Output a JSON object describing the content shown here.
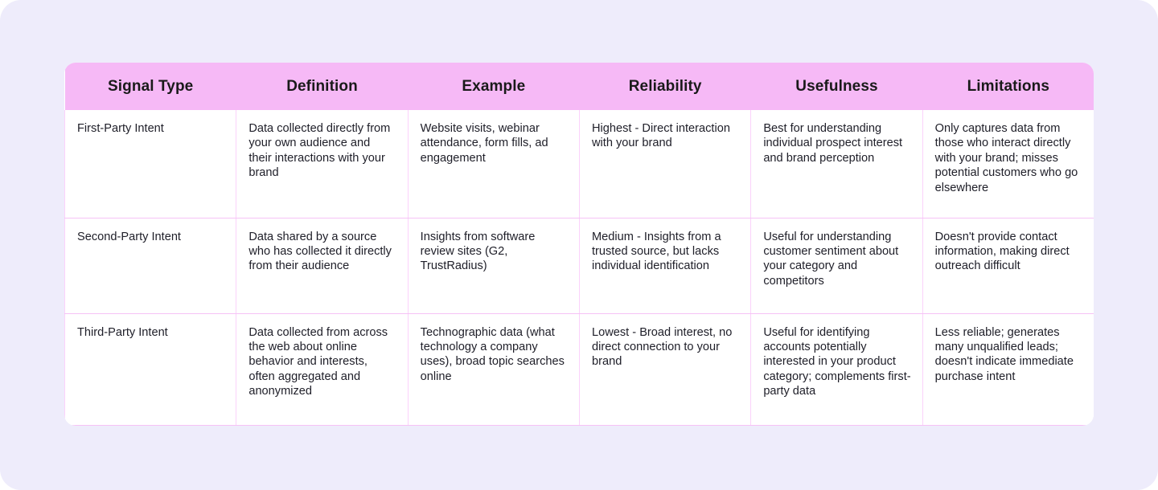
{
  "theme": {
    "page_background": "#eeecfb",
    "header_background": "#f6b9f6",
    "border_color": "#fbd2fb",
    "header_text_color": "#1a1a1a",
    "body_text_color": "#20202a",
    "cell_background": "#ffffff"
  },
  "table": {
    "columns": [
      {
        "key": "signal_type",
        "label": "Signal Type"
      },
      {
        "key": "definition",
        "label": "Definition"
      },
      {
        "key": "example",
        "label": "Example"
      },
      {
        "key": "reliability",
        "label": "Reliability"
      },
      {
        "key": "usefulness",
        "label": "Usefulness"
      },
      {
        "key": "limitations",
        "label": "Limitations"
      }
    ],
    "rows": [
      {
        "signal_type": "First-Party Intent",
        "definition": "Data collected directly from your own audience and their interactions with your brand",
        "example": "Website visits, webinar attendance, form fills, ad engagement",
        "reliability": "Highest - Direct interaction with your brand",
        "usefulness": "Best for understanding individual prospect interest and brand perception",
        "limitations": "Only captures data from those who interact directly with your brand; misses potential customers who go elsewhere"
      },
      {
        "signal_type": "Second-Party Intent",
        "definition": "Data shared by a source who has collected it directly from their audience",
        "example": "Insights from software review sites (G2, TrustRadius)",
        "reliability": "Medium - Insights from a trusted source, but lacks individual identification",
        "usefulness": "Useful for understanding customer sentiment about your category and competitors",
        "limitations": "Doesn't provide contact information, making direct outreach difficult"
      },
      {
        "signal_type": "Third-Party Intent",
        "definition": "Data collected from across the web about online behavior and interests, often aggregated and anonymized",
        "example": "Technographic data (what technology a company uses), broad topic searches online",
        "reliability": "Lowest - Broad interest, no direct connection to your brand",
        "usefulness": "Useful for identifying accounts potentially interested in your product category; complements first-party data",
        "limitations": "Less reliable; generates many unqualified leads; doesn't indicate immediate purchase intent"
      }
    ]
  }
}
